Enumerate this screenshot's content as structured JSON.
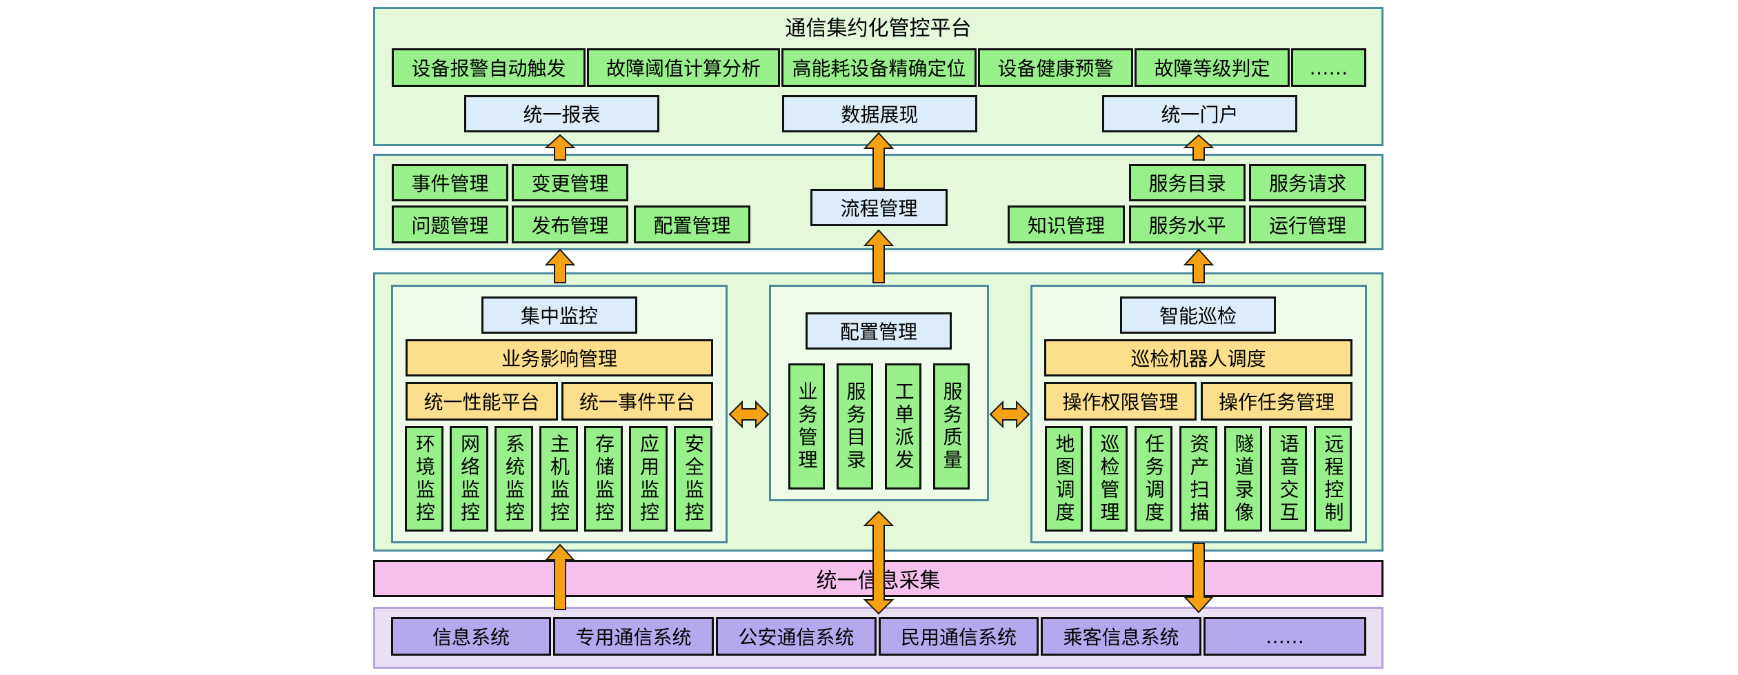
{
  "platform": {
    "title": "通信集约化管控平台",
    "functions": [
      "设备报警自动触发",
      "故障阈值计算分析",
      "高能耗设备精确定位",
      "设备健康预警",
      "故障等级判定",
      "……"
    ],
    "outputs": [
      "统一报表",
      "数据展现",
      "统一门户"
    ]
  },
  "process": {
    "left": [
      "事件管理",
      "变更管理",
      "问题管理",
      "发布管理",
      "配置管理"
    ],
    "center": "流程管理",
    "right": [
      "服务目录",
      "服务请求",
      "知识管理",
      "服务水平",
      "运行管理"
    ]
  },
  "monitor": {
    "title": "集中监控",
    "impact": "业务影响管理",
    "platforms": [
      "统一性能平台",
      "统一事件平台"
    ],
    "items": [
      "环境监控",
      "网络监控",
      "系统监控",
      "主机监控",
      "存储监控",
      "应用监控",
      "安全监控"
    ]
  },
  "config": {
    "title": "配置管理",
    "items": [
      "业务管理",
      "服务目录",
      "工单派发",
      "服务质量"
    ]
  },
  "inspection": {
    "title": "智能巡检",
    "robot": "巡检机器人调度",
    "mgmt": [
      "操作权限管理",
      "操作任务管理"
    ],
    "items": [
      "地图调度",
      "巡检管理",
      "任务调度",
      "资产扫描",
      "隧道录像",
      "语音交互",
      "远程控制"
    ]
  },
  "collect": "统一信息采集",
  "systems": [
    "信息系统",
    "专用通信系统",
    "公安通信系统",
    "民用通信系统",
    "乘客信息系统",
    "……"
  ],
  "colors": {
    "layer_fill": "#e4f8da",
    "layer_border": "#4d8c9c",
    "green_box": "#98f08a",
    "blue_box": "#dcecf8",
    "yellow_box": "#fbdf8c",
    "purple_box": "#b6a8ec",
    "magenta_bar": "#f6c0ec",
    "arrow": "#f4a214"
  }
}
